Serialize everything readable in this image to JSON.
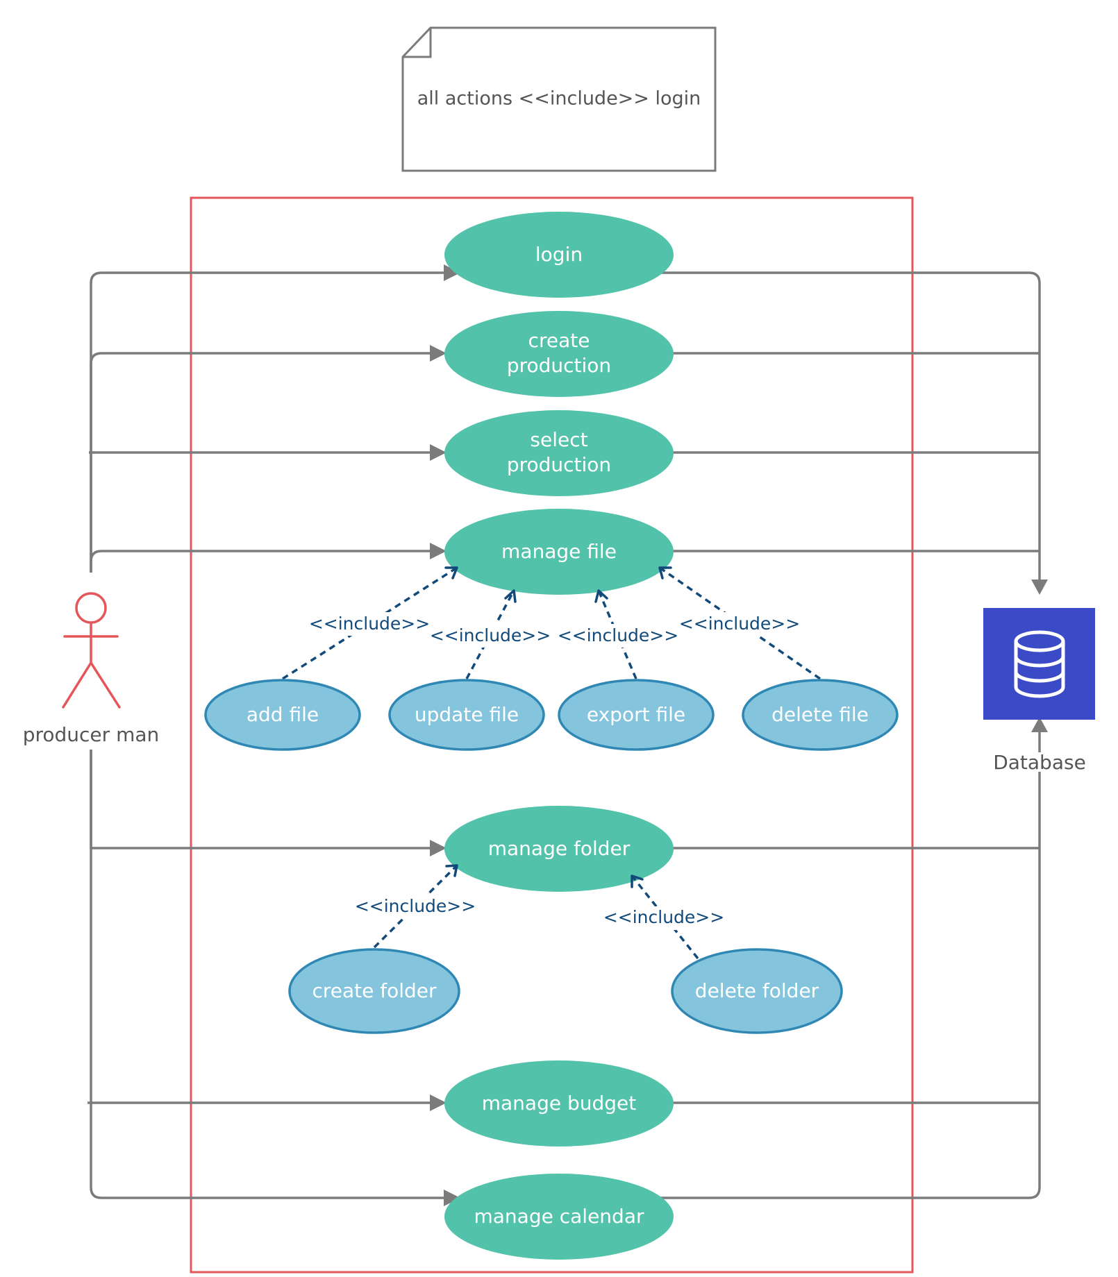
{
  "note": {
    "text": "all actions <<include>> login"
  },
  "actor": {
    "label": "producer man"
  },
  "database": {
    "label": "Database",
    "color": "#3b4bc8"
  },
  "colors": {
    "boundary": "#e5565a",
    "main_use_case": "#52c2aa",
    "sub_use_case": "#85c4dd",
    "include": "#114a7a",
    "association": "#7b7b7b"
  },
  "use_cases": {
    "login": "login",
    "create_production": [
      "create",
      "production"
    ],
    "select_production": [
      "select",
      "production"
    ],
    "manage_file": "manage file",
    "add_file": "add file",
    "update_file": "update file",
    "export_file": "export file",
    "delete_file": "delete file",
    "manage_folder": "manage folder",
    "create_folder": "create folder",
    "delete_folder": "delete folder",
    "manage_budget": "manage budget",
    "manage_calendar": "manage calendar"
  },
  "include_label": "<<include>>"
}
